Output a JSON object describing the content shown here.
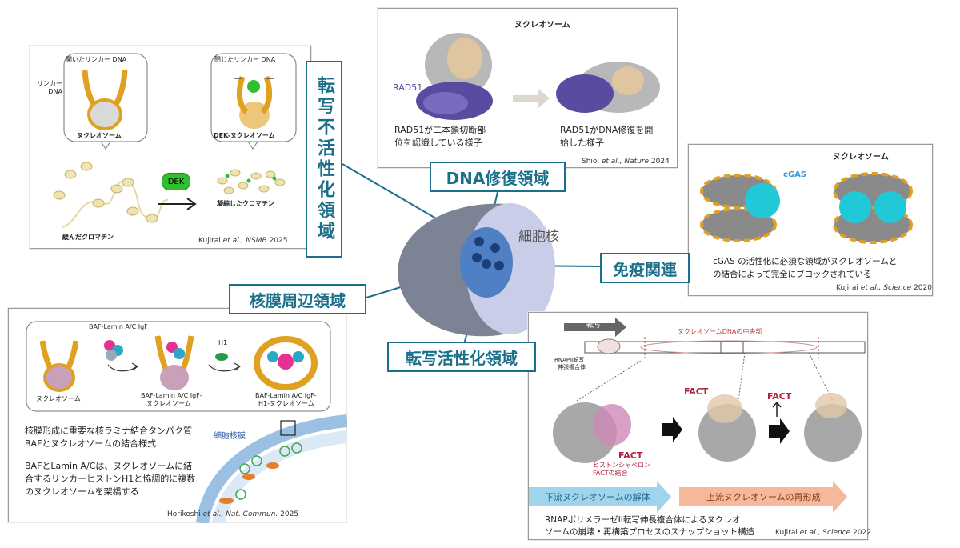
{
  "center": {
    "nucleus_label": "細胞核"
  },
  "regions": {
    "repression": "転写不活性化領域",
    "dna_repair": "DNA修復領域",
    "immune": "免疫関連",
    "nuclear_periphery": "核膜周辺領域",
    "activation": "転写活性化領域"
  },
  "panel_dek": {
    "open_linker": "開いたリンカー DNA",
    "closed_linker": "閉じたリンカー DNA",
    "linker_dna": "リンカー\nDNA",
    "nucleosome": "ヌクレオソーム",
    "dek_nucleosome": "DEK-ヌクレオソーム",
    "dek": "DEK",
    "loose_chromatin": "緩んだクロマチン",
    "condensed_chromatin": "凝縮したクロマチン",
    "cite_authors": "Kujirai",
    "cite_etal": "et al.,",
    "cite_journal": "NSMB",
    "cite_year": "2025"
  },
  "panel_rad51": {
    "title": "ヌクレオソーム",
    "rad51": "RAD51",
    "caption_left_1": "RAD51が二本鎖切断部",
    "caption_left_2": "位を認識している様子",
    "caption_right_1": "RAD51がDNA修復を開",
    "caption_right_2": "始した様子",
    "cite_authors": "Shioi",
    "cite_etal": "et al.,",
    "cite_journal": "Nature",
    "cite_year": "2024"
  },
  "panel_cgas": {
    "title": "ヌクレオソーム",
    "cgas": "cGAS",
    "caption_1": "cGAS の活性化に必須な領域がヌクレオソームと",
    "caption_2": "の結合によって完全にブロックされている",
    "cite_authors": "Kujirai",
    "cite_etal": "et al.,",
    "cite_journal": "Science",
    "cite_year": "2020"
  },
  "panel_baf": {
    "title": "BAF-Lamin A/C IgF",
    "h1": "H1",
    "nucleosome": "ヌクレオソーム",
    "complex_1": "BAF-Lamin A/C IgF-",
    "complex_2": "ヌクレオソーム",
    "complex_h1_1": "BAF-Lamin A/C IgF-",
    "complex_h1_2": "H1-ヌクレオソーム",
    "envelope": "細胞核膜",
    "caption_1": "核膜形成に重要な核ラミナ結合タンパク質",
    "caption_2": "BAFとヌクレオソームの結合様式",
    "caption_3": "BAFとLamin A/Cは、ヌクレオソームに結",
    "caption_4": "合するリンカーヒストンH1と協調的に複数",
    "caption_5": "のヌクレオソームを架橋する",
    "cite_authors": "Horikoshi",
    "cite_etal": "et al.,",
    "cite_journal": "Nat. Commun.",
    "cite_year": "2025"
  },
  "panel_fact": {
    "transcription": "転写",
    "center_label": "ヌクレオソームDNAの中央部",
    "rnapii_1": "RNAPII転写",
    "rnapii_2": "伸張複合体",
    "fact": "FACT",
    "chaperone_1": "ヒストンシャペロン",
    "chaperone_2": "FACTの結合",
    "downstream": "下流ヌクレオソームの解体",
    "upstream": "上流ヌクレオソームの再形成",
    "caption_1": "RNAPポリメラーゼII転写伸長複合体によるヌクレオ",
    "caption_2": "ソームの崩壊・再構築プロセスのスナップショット構造",
    "cite_authors": "Kujirai",
    "cite_etal": "et al.,",
    "cite_journal": "Science",
    "cite_year": "2022"
  },
  "colors": {
    "accent": "#1b6f8a",
    "nucleosome_orange": "#e0a020",
    "histone_gray": "#9a9a9a",
    "rad51_purple": "#5a4aa0",
    "cgas_cyan": "#21c8d8",
    "dek_green": "#2ec02e",
    "arrow_blue": "#9fd4ec",
    "arrow_salmon": "#f6b89a",
    "fact_red": "#b02040"
  }
}
